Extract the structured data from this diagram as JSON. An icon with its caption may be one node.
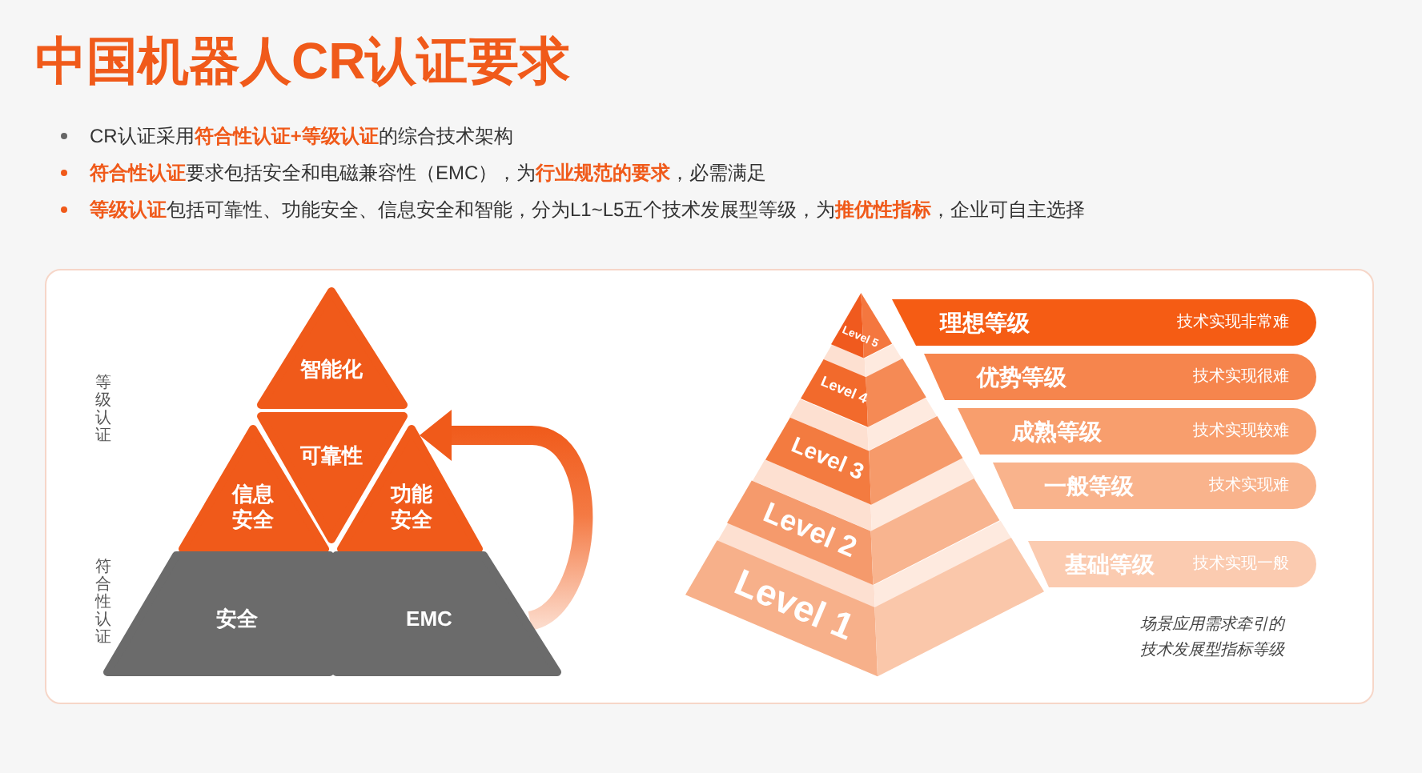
{
  "diagram": {
    "title": "中国机器人CR认证要求",
    "nodes": [
      {
        "text": [
          "智能化"
        ]
      },
      {
        "text": [
          "可靠性"
        ]
      },
      {
        "text": [
          "信息安全"
        ]
      },
      {
        "text": [
          "功能安全"
        ]
      },
      {
        "text": [
          "安全"
        ]
      },
      {
        "text": [
          "EMC"
        ]
      },
      {
        "text": [
          "Level 5"
        ]
      },
      {
        "text": [
          "Level 4"
        ]
      },
      {
        "text": [
          "Level 3"
        ]
      },
      {
        "text": [
          "Level 2"
        ]
      },
      {
        "text": [
          "Level 1"
        ]
      },
      {
        "text": [
          "理想等级",
          "技术实现非常难"
        ]
      },
      {
        "text": [
          "优势等级",
          "技术实现很难"
        ]
      },
      {
        "text": [
          "成熟等级",
          "技术实现较难"
        ]
      },
      {
        "text": [
          "一般等级",
          "技术实现难"
        ]
      },
      {
        "text": [
          "基础等级",
          "技术实现一般"
        ]
      }
    ],
    "edges": [
      {
        "from": 5,
        "to": 3,
        "arrow": "to"
      }
    ],
    "labels": [
      "CR认证采用**符合性认证+等级认证**的综合技术架构",
      "**符合性认证**要求包括安全和电磁兼容性（EMC），为**行业规范的要求**，必需满足",
      "**等级认证**包括可靠性、功能安全、信息安全和智能，分为L1~L5五个技术发展型等级，为**推优性指标**，企业可自主选择",
      "等级认证",
      "符合性认证",
      "场景应用需求牵引的技术发展型指标等级"
    ]
  }
}
